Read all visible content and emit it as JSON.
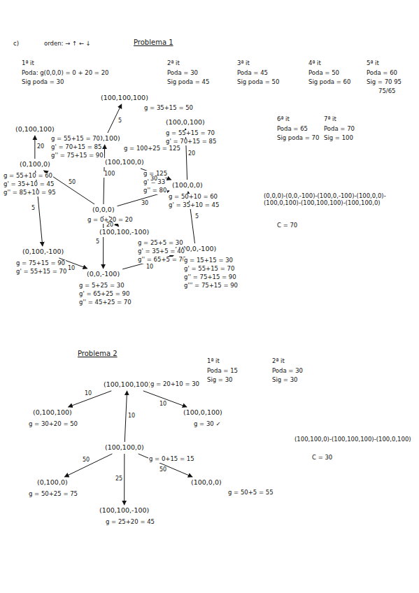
{
  "diagram": {
    "nodes": [
      {
        "text": [
          "(100,100,100)"
        ]
      },
      {
        "text": [
          "(100,0,100)"
        ]
      },
      {
        "text": [
          "(0,100,100)"
        ]
      },
      {
        "text": [
          "(0,0,100)"
        ]
      },
      {
        "text": [
          "(0,100,0)"
        ]
      },
      {
        "text": [
          "(100,100,0)"
        ]
      },
      {
        "text": [
          "(100,0,0)"
        ]
      },
      {
        "text": [
          "(0,0,0)"
        ]
      },
      {
        "text": [
          "(100,100,-100)"
        ]
      },
      {
        "text": [
          "(100,0,-100)"
        ]
      },
      {
        "text": [
          "(0,100,-100)"
        ]
      },
      {
        "text": [
          "(0,0,-100)"
        ]
      },
      {
        "text": [
          "(100,100,100)"
        ]
      },
      {
        "text": [
          "(0,100,100)"
        ]
      },
      {
        "text": [
          "(100,0,100)"
        ]
      },
      {
        "text": [
          "(100,100,0)"
        ]
      },
      {
        "text": [
          "(0,100,0)"
        ]
      },
      {
        "text": [
          "(100,0,0)"
        ]
      },
      {
        "text": [
          "(100,100,-100)"
        ]
      }
    ],
    "edges": [
      {
        "from": 7,
        "to": 4,
        "label": "50",
        "arrow": "to"
      },
      {
        "from": 7,
        "to": 3,
        "label": "100",
        "arrow": "to"
      },
      {
        "from": 7,
        "to": 6,
        "label": "30",
        "arrow": "to"
      },
      {
        "from": 7,
        "to": 11,
        "label": "5",
        "arrow": "to"
      },
      {
        "from": 7,
        "to": 8,
        "label": "20",
        "arrow": "to"
      },
      {
        "from": 4,
        "to": 2,
        "label": "20",
        "arrow": "to"
      },
      {
        "from": 4,
        "to": 10,
        "label": "5",
        "arrow": "to"
      },
      {
        "from": 3,
        "to": 0,
        "label": "5",
        "arrow": "to"
      },
      {
        "from": 6,
        "to": 1,
        "label": "20",
        "arrow": "to"
      },
      {
        "from": 5,
        "to": 6,
        "label": "30",
        "arrow": "to"
      },
      {
        "from": 11,
        "to": 9,
        "label": "10",
        "arrow": "to"
      },
      {
        "from": 9,
        "to": 6,
        "label": "5",
        "arrow": "to"
      },
      {
        "from": 10,
        "to": 11,
        "label": "10",
        "arrow": "to"
      },
      {
        "from": 15,
        "to": 12,
        "label": "10",
        "arrow": "to"
      },
      {
        "from": 12,
        "to": 13,
        "label": "10",
        "arrow": "to"
      },
      {
        "from": 12,
        "to": 14,
        "label": "10",
        "arrow": "to"
      },
      {
        "from": 15,
        "to": 16,
        "label": "50",
        "arrow": "to"
      },
      {
        "from": 15,
        "to": 18,
        "label": "25",
        "arrow": "to"
      },
      {
        "from": 15,
        "to": 17,
        "label": "50",
        "arrow": "to"
      }
    ],
    "labels": [
      "c)",
      "orden: → ↑ ← ↓",
      "Problema 1",
      "1ª it",
      "Poda: g(0,0,0) = 0 + 20 = 20",
      "Sig poda = 30",
      "2ª it",
      "Poda = 30",
      "Sig poda = 45",
      "3ª it",
      "Poda = 45",
      "Sig poda = 50",
      "4ª it",
      "Poda = 50",
      "Sig poda = 60",
      "5ª it",
      "Poda = 60",
      "Sig = 70 95",
      "75/65",
      "6ª it",
      "Poda = 65",
      "Sig poda = 70",
      "7ª it",
      "Poda = 70",
      "Sig = 100",
      "g = 35+15 = 50",
      "g = 55+15 = 70",
      "g' = 70+15 = 85",
      "g = 55+15 = 70",
      "g' = 70+15 = 85",
      "g'' = 75+15 = 90",
      "g = 55+10 = 60",
      "g' = 35+10 = 45",
      "g'' = 85+10 = 95",
      "g = 100+25 = 125",
      "g = 125",
      "g' = 33",
      "g'' = 80",
      "g = 50+10 = 60",
      "g' = 35+10 = 45",
      "g = 0+20 = 20",
      "g = 25+5 = 30",
      "g' = 35+5 = 40",
      "g'' = 65+5 = 70",
      "g = 15+15 = 30",
      "g' = 55+15 = 70",
      "g'' = 75+15 = 90",
      "g''' = 75+15 = 90",
      "g = 75+15 = 90",
      "g' = 55+15 = 70",
      "g = 5+25 = 30",
      "g' = 65+25 = 90",
      "g'' = 45+25 = 70",
      "(0,0,0)-(0,0,-100)-(100,0,-100)-(100,0,0)-(100,0,100)-(100,100,100)-(100,100,0)",
      "C = 70",
      "Problema 2",
      "1ª it",
      "Poda = 15",
      "Sig = 30",
      "2ª it",
      "Poda = 30",
      "Sig = 30",
      "g = 20+10 = 30",
      "g = 30+20 = 50",
      "g = 30 ✓",
      "g = 0+15 = 15",
      "g = 50+25 = 75",
      "g = 50+5 = 55",
      "g = 25+20 = 45",
      "(100,100,0)-(100,100,100)-(100,0,100)",
      "C = 30"
    ]
  }
}
